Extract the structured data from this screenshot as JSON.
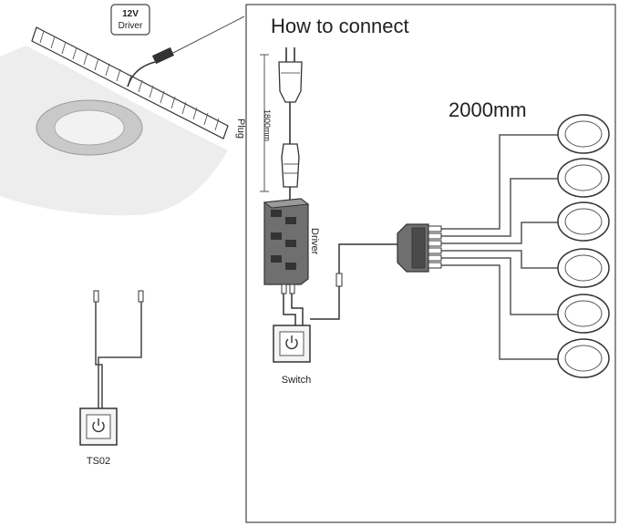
{
  "callout": {
    "line1": "12V",
    "line2": "Driver"
  },
  "panel": {
    "title": "How to connect",
    "length_label": "2000mm"
  },
  "cable": {
    "length_label": "1800mm",
    "plug_label": "Plug"
  },
  "driver": {
    "label": "Driver"
  },
  "switch": {
    "label": "Switch"
  },
  "ts02": {
    "label": "TS02"
  },
  "lights": {
    "count": 6
  },
  "icons": {
    "power": "power-icon"
  },
  "colors": {
    "line": "#333333",
    "driver_body": "#6f6f6f",
    "ceiling": "#ececec",
    "ring": "#c8c8c8"
  }
}
